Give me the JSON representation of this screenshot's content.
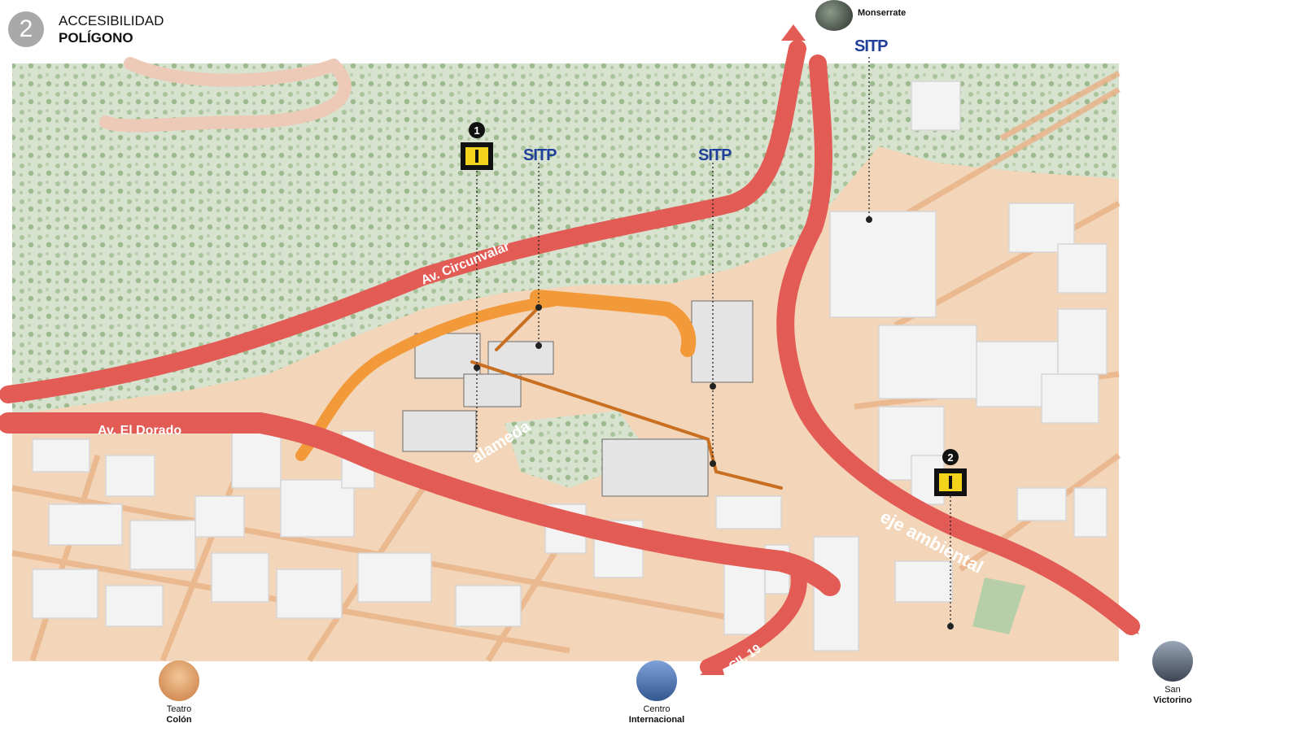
{
  "header": {
    "number": "2",
    "title_line1": "ACCESIBILIDAD",
    "title_line2": "POLÍGONO"
  },
  "roads": {
    "circunvalar": "Av. Circunvalar",
    "el_dorado": "Av. El Dorado",
    "alameda": "alameda",
    "eje_ambiental": "eje ambiental",
    "cll19": "Cll. 19"
  },
  "transit": {
    "sitp": "SITP"
  },
  "markers": {
    "m1": "1",
    "m2": "2"
  },
  "places": {
    "monserrate": "Monserrate",
    "teatro_1": "Teatro",
    "teatro_2": "Colón",
    "centro_1": "Centro",
    "centro_2": "Internacional",
    "san_1": "San",
    "san_2": "Victorino"
  },
  "colors": {
    "forest": "#cfdcc6",
    "urban": "#efc9a4",
    "road_red": "#e25b55",
    "orange": "#f29a3a",
    "building": "#f2f2f2",
    "sitp_blue": "#1f3f9a"
  }
}
